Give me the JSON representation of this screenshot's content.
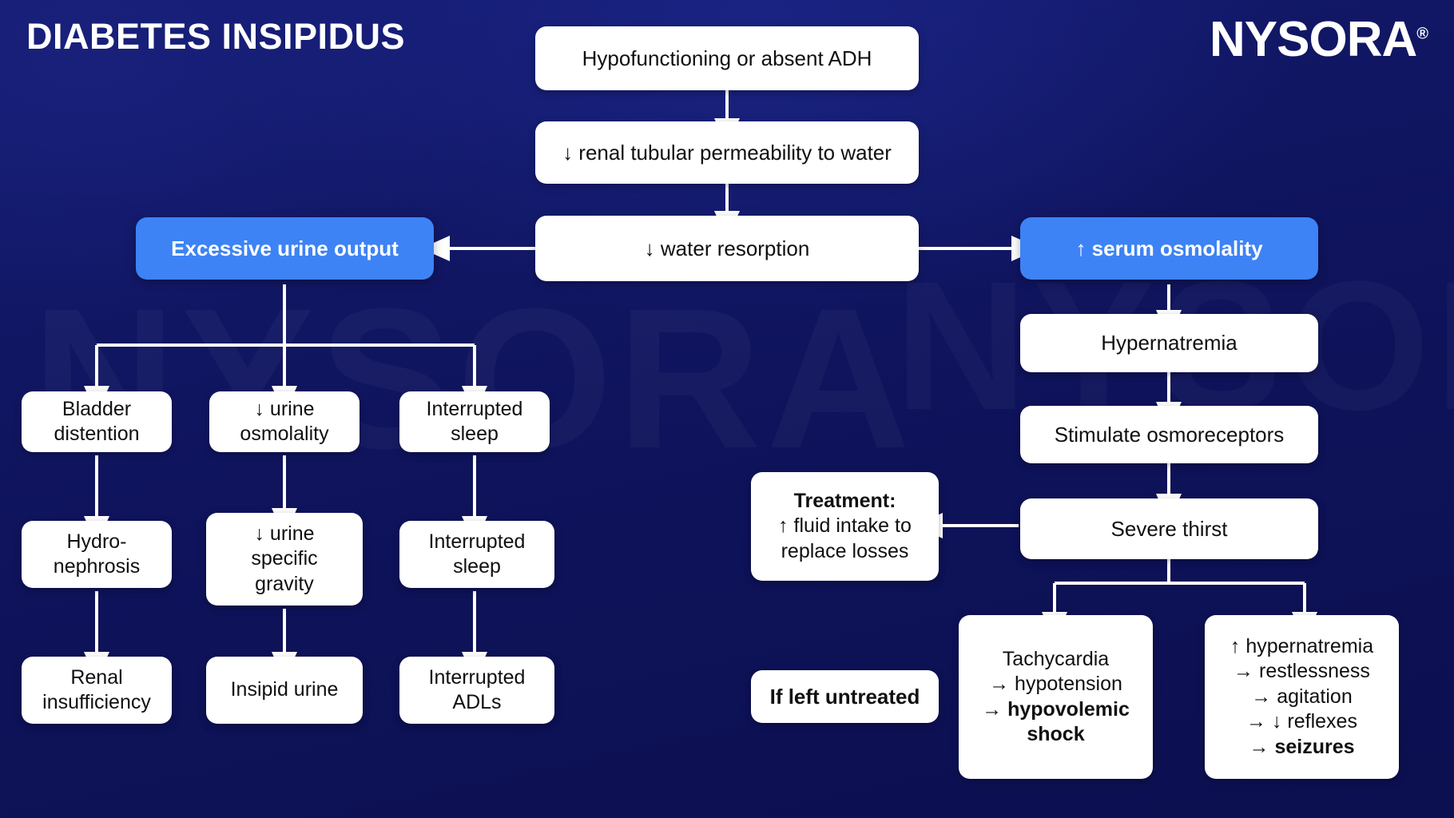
{
  "header": {
    "title": "DIABETES INSIPIDUS",
    "logo": "NYSORA",
    "logo_mark": "®",
    "watermark": "NYSORA"
  },
  "theme": {
    "background_dark": "#0e1259",
    "background_light": "#1a2383",
    "accent_blue": "#3d83f5",
    "node_background": "#ffffff",
    "node_text": "#101010",
    "connector": "#ffffff"
  },
  "nodes": {
    "adh": "Hypofunctioning or absent ADH",
    "permeability": "↓ renal tubular permeability to water",
    "resorption": "↓ water resorption",
    "urine_output": "Excessive urine output",
    "serum_osmolality": "↑ serum osmolality",
    "bladder_distention_l1": "Bladder",
    "bladder_distention_l2": "distention",
    "urine_osmolality_l1": "↓ urine",
    "urine_osmolality_l2": "osmolality",
    "interrupted_sleep_a_l1": "Interrupted",
    "interrupted_sleep_a_l2": "sleep",
    "hydronephrosis_l1": "Hydro-",
    "hydronephrosis_l2": "nephrosis",
    "specific_gravity_l1": "↓ urine",
    "specific_gravity_l2": "specific",
    "specific_gravity_l3": "gravity",
    "interrupted_sleep_b_l1": "Interrupted",
    "interrupted_sleep_b_l2": "sleep",
    "renal_insufficiency_l1": "Renal",
    "renal_insufficiency_l2": "insufficiency",
    "insipid_urine": "Insipid urine",
    "interrupted_adls_l1": "Interrupted",
    "interrupted_adls_l2": "ADLs",
    "hypernatremia": "Hypernatremia",
    "osmoreceptors": "Stimulate osmoreceptors",
    "severe_thirst": "Severe thirst",
    "treatment_label": "Treatment:",
    "treatment_l2": "↑ fluid intake to",
    "treatment_l3": "replace losses",
    "if_untreated": "If left untreated",
    "shock_l1": "Tachycardia",
    "shock_l2": "→ hypotension",
    "shock_l3_arrow": "→ ",
    "shock_l3_bold": "hypovolemic",
    "shock_l4_bold": "shock",
    "neuro_l1": "↑ hypernatremia",
    "neuro_l2": "→ restlessness",
    "neuro_l3": "→ agitation",
    "neuro_l4": "→ ↓ reflexes",
    "neuro_l5_arrow": "→ ",
    "neuro_l5_bold": "seizures"
  }
}
